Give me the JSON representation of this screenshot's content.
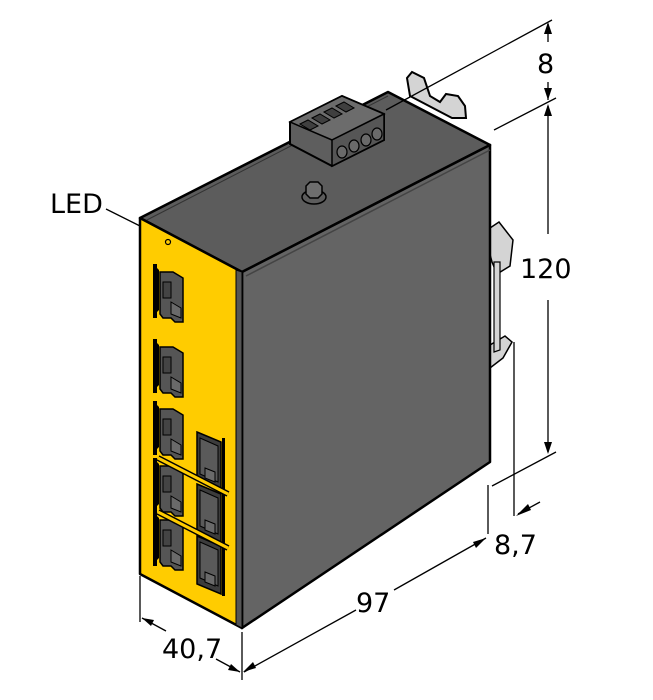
{
  "diagram": {
    "type": "dimension-drawing",
    "subject": "DIN-rail industrial ethernet switch, 8 RJ45 ports",
    "colors": {
      "housing_front": "#646464",
      "housing_top": "#5a5a5a",
      "front_panel": "#ffcc00",
      "port": "#555555",
      "clip": "#d4d4d4",
      "outline": "#000000",
      "background": "#ffffff"
    },
    "callouts": {
      "led": "LED"
    },
    "dimensions": {
      "top_terminal_height": "8",
      "height": "120",
      "rail_offset": "8,7",
      "depth": "97",
      "width": "40,7"
    },
    "ports": {
      "left_column": 5,
      "right_column": 3
    }
  }
}
